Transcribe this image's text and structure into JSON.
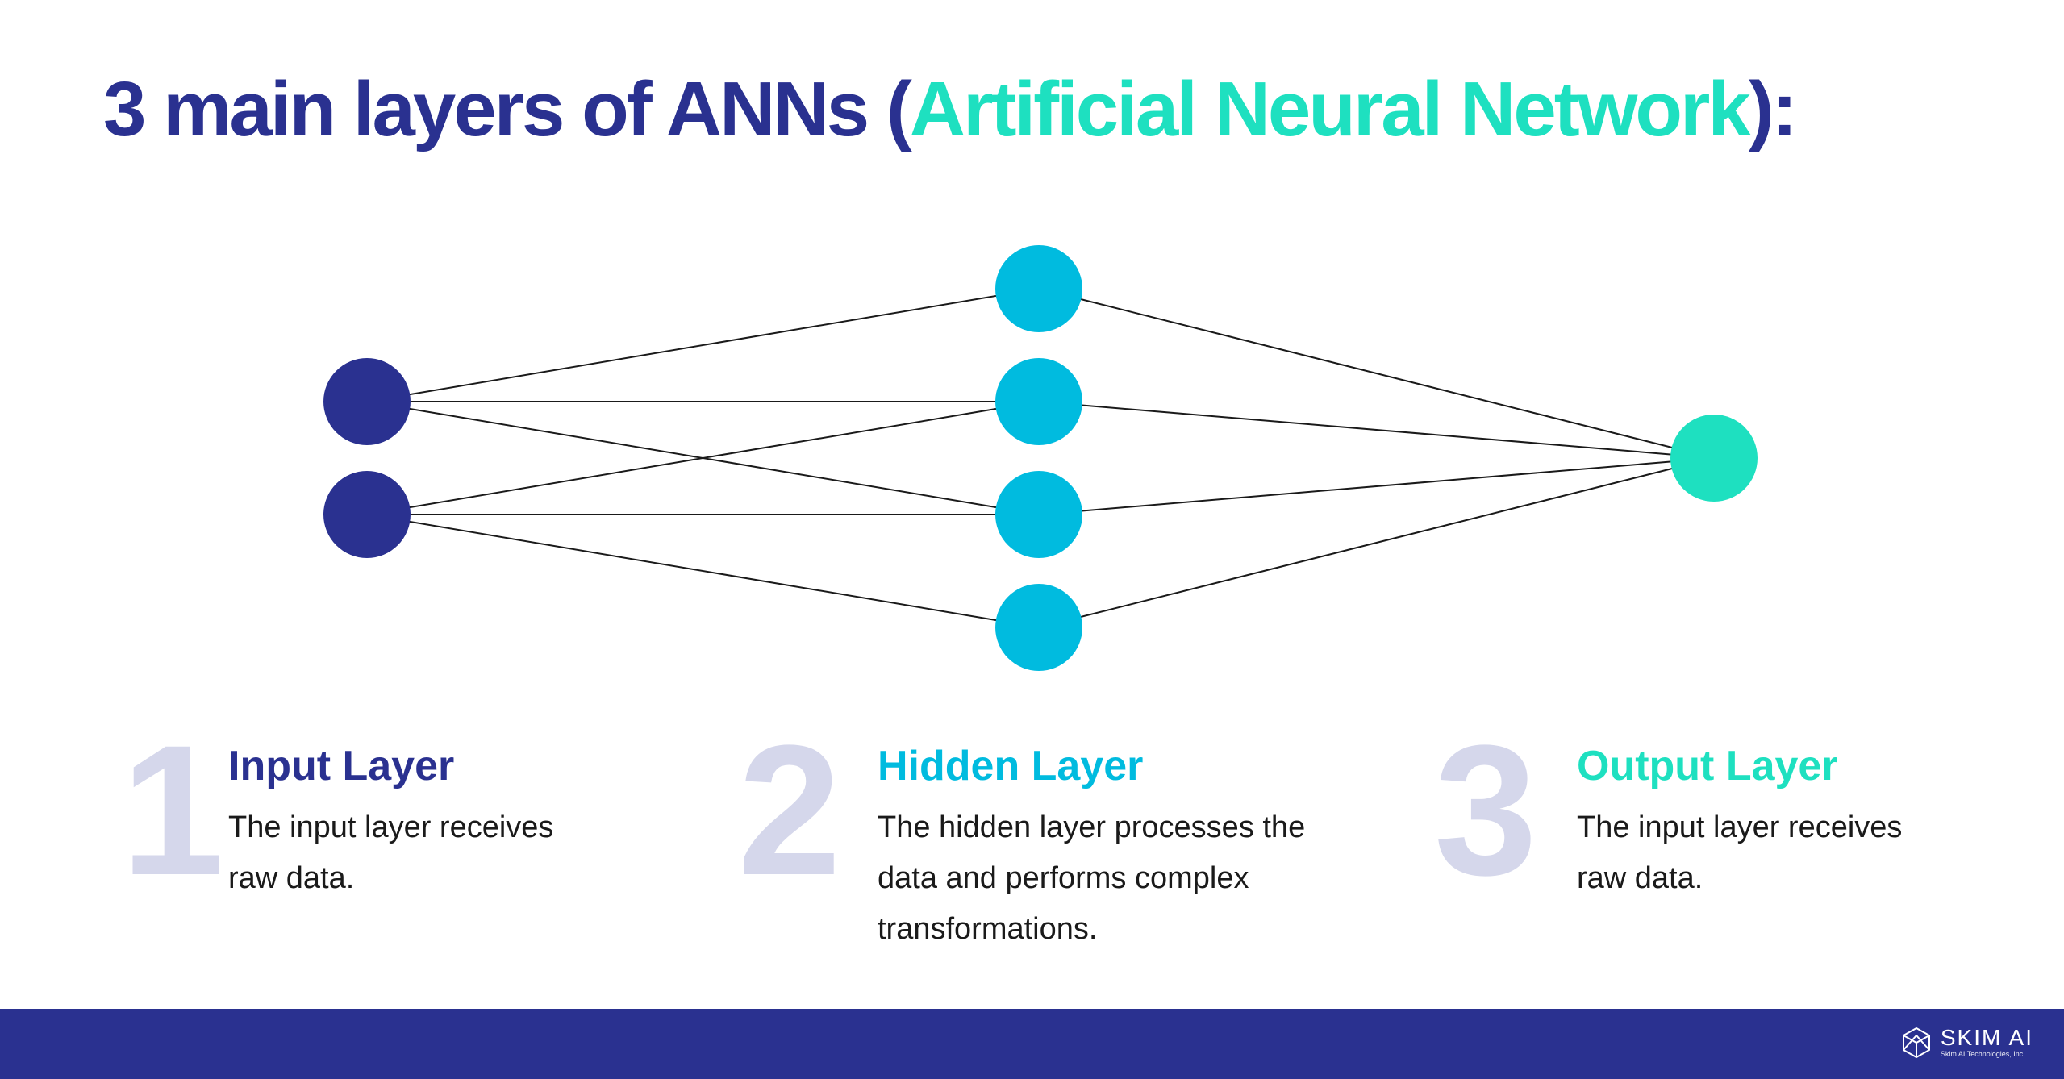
{
  "title": {
    "prefix": "3 main layers of ANNs (",
    "highlight": "Artificial Neural Network",
    "suffix": "):"
  },
  "colors": {
    "dark_blue": "#2a3190",
    "cyan": "#00bbdf",
    "teal": "#1ee0c0",
    "numeral_gray": "#d5d7eb"
  },
  "layers": [
    {
      "number": "1",
      "name": "Input Layer",
      "description": "The input layer receives raw data.",
      "color": "#2a3190"
    },
    {
      "number": "2",
      "name": "Hidden Layer",
      "description": "The hidden layer processes the data and performs complex transformations.",
      "color": "#00bbdf"
    },
    {
      "number": "3",
      "name": "Output Layer",
      "description": "The input layer receives raw data.",
      "color": "#1ee0c0"
    }
  ],
  "network": {
    "layer_sizes": [
      2,
      4,
      1
    ],
    "connections": [
      [
        0,
        0
      ],
      [
        0,
        1
      ],
      [
        0,
        2
      ],
      [
        1,
        1
      ],
      [
        1,
        2
      ],
      [
        1,
        3
      ],
      [
        2,
        0
      ],
      [
        3,
        0
      ],
      [
        4,
        0
      ],
      [
        5,
        0
      ]
    ]
  },
  "footer": {
    "brand": "SKIM AI",
    "legal": "Skim AI Technologies, Inc.",
    "logo_icon": "geometric-logo-icon"
  }
}
